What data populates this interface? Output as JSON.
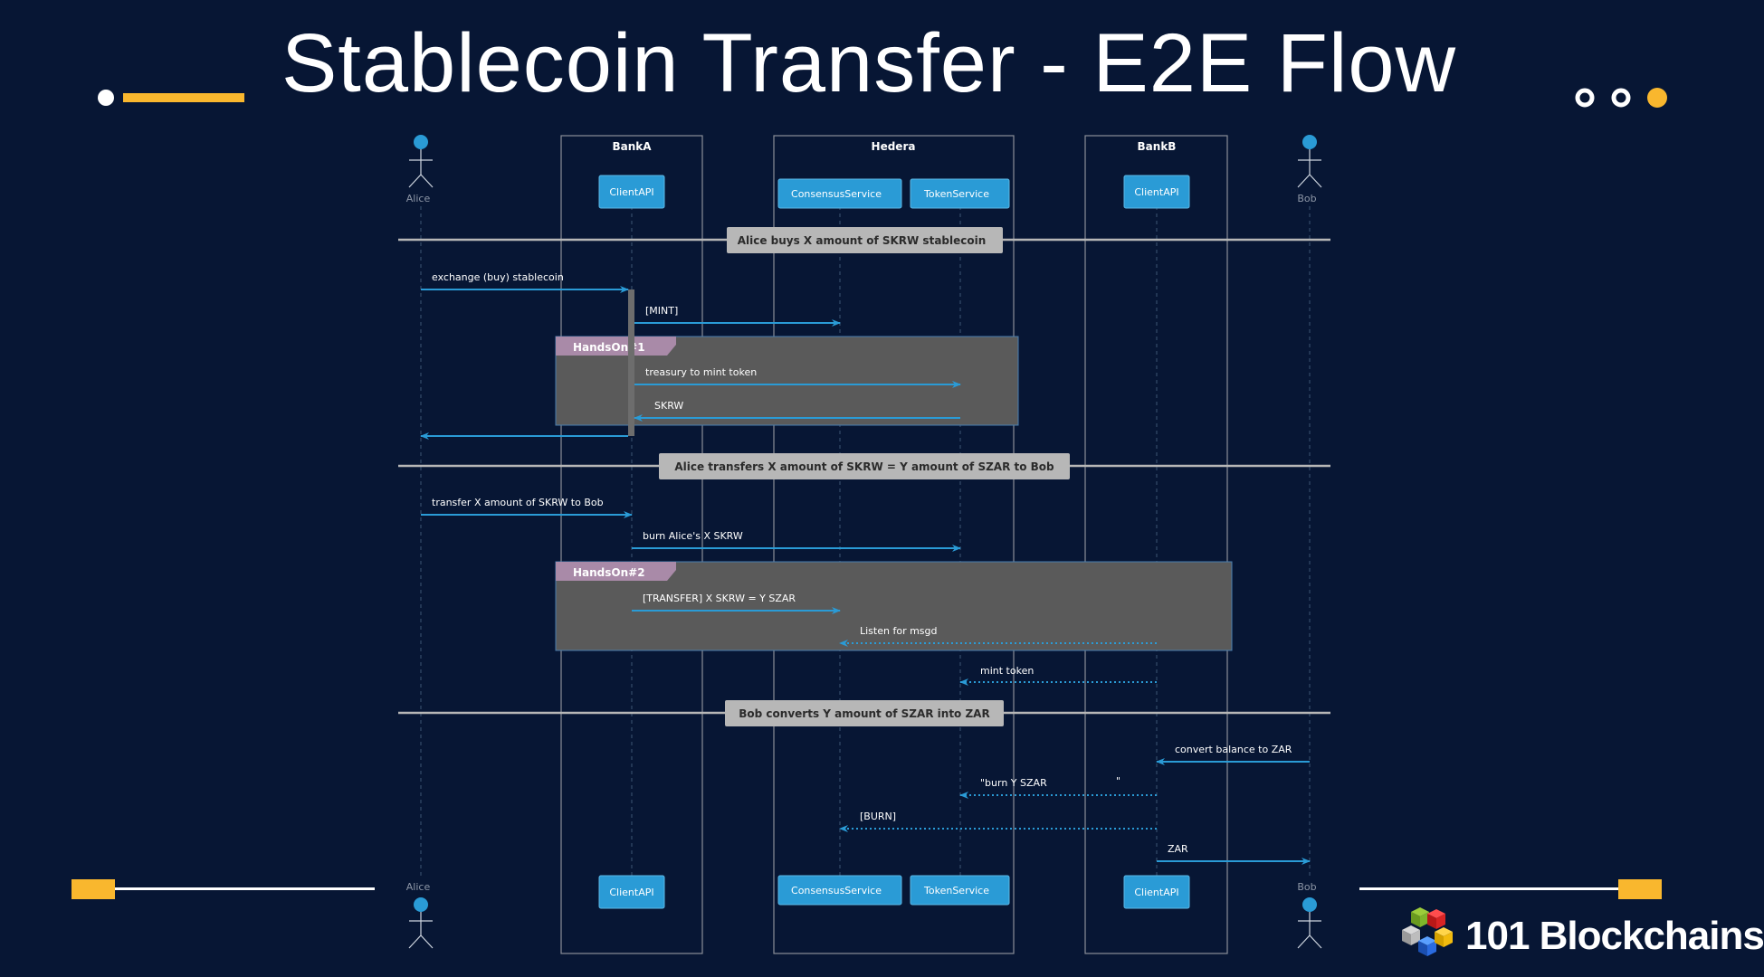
{
  "slide": {
    "title": "Stablecoin Transfer - E2E Flow"
  },
  "colors": {
    "background": "#071634",
    "accent_yellow": "#F9B72E",
    "participant_blue": "#2A9BD6",
    "handson_label": "#A98AA8",
    "handson_fill": "#5A5A5A",
    "divider_box": "#B7B7B7"
  },
  "diagram": {
    "groups": [
      {
        "label": "BankA"
      },
      {
        "label": "Hedera"
      },
      {
        "label": "BankB"
      }
    ],
    "participants": [
      {
        "name": "Alice",
        "kind": "actor"
      },
      {
        "name": "ClientAPI",
        "kind": "box",
        "group": "BankA"
      },
      {
        "name": "ConsensusService",
        "kind": "box",
        "group": "Hedera"
      },
      {
        "name": "TokenService",
        "kind": "box",
        "group": "Hedera"
      },
      {
        "name": "ClientAPI",
        "kind": "box",
        "group": "BankB"
      },
      {
        "name": "Bob",
        "kind": "actor"
      }
    ],
    "dividers": [
      "Alice buys X amount of SKRW stablecoin",
      "Alice transfers X amount of SKRW = Y amount of SZAR to Bob",
      "Bob converts Y amount of SZAR into ZAR"
    ],
    "handson": [
      "HandsOn#1",
      "HandsOn#2"
    ],
    "messages": [
      {
        "from": "Alice",
        "to": "BankA.ClientAPI",
        "label": "exchange (buy) stablecoin",
        "style": "solid"
      },
      {
        "from": "BankA.ClientAPI",
        "to": "ConsensusService",
        "label": "[MINT]",
        "style": "solid"
      },
      {
        "from": "BankA.ClientAPI",
        "to": "TokenService",
        "label": "treasury to mint token",
        "style": "solid"
      },
      {
        "from": "TokenService",
        "to": "BankA.ClientAPI",
        "label": "SKRW",
        "style": "solid"
      },
      {
        "from": "BankA.ClientAPI",
        "to": "Alice",
        "label": "",
        "style": "solid"
      },
      {
        "from": "Alice",
        "to": "BankA.ClientAPI",
        "label": "transfer X amount of SKRW to Bob",
        "style": "solid"
      },
      {
        "from": "BankA.ClientAPI",
        "to": "TokenService",
        "label": "burn Alice's X SKRW",
        "style": "solid"
      },
      {
        "from": "BankA.ClientAPI",
        "to": "ConsensusService",
        "label": "[TRANSFER] X SKRW = Y SZAR",
        "style": "solid"
      },
      {
        "from": "BankB.ClientAPI",
        "to": "ConsensusService",
        "label": "Listen for msgd",
        "style": "dotted"
      },
      {
        "from": "BankB.ClientAPI",
        "to": "TokenService",
        "label": "mint token",
        "style": "dotted"
      },
      {
        "from": "Bob",
        "to": "BankB.ClientAPI",
        "label": "convert balance to ZAR",
        "style": "solid"
      },
      {
        "from": "BankB.ClientAPI",
        "to": "TokenService",
        "label": "\"burn Y SZAR",
        "style": "dotted"
      },
      {
        "from": "BankB.ClientAPI",
        "to": "ConsensusService",
        "label": "[BURN]",
        "style": "dotted"
      },
      {
        "from": "BankB.ClientAPI",
        "to": "Bob",
        "label": "ZAR",
        "style": "solid"
      }
    ],
    "stray_marks": [
      "\""
    ]
  },
  "brand": {
    "name": "101 Blockchains"
  }
}
